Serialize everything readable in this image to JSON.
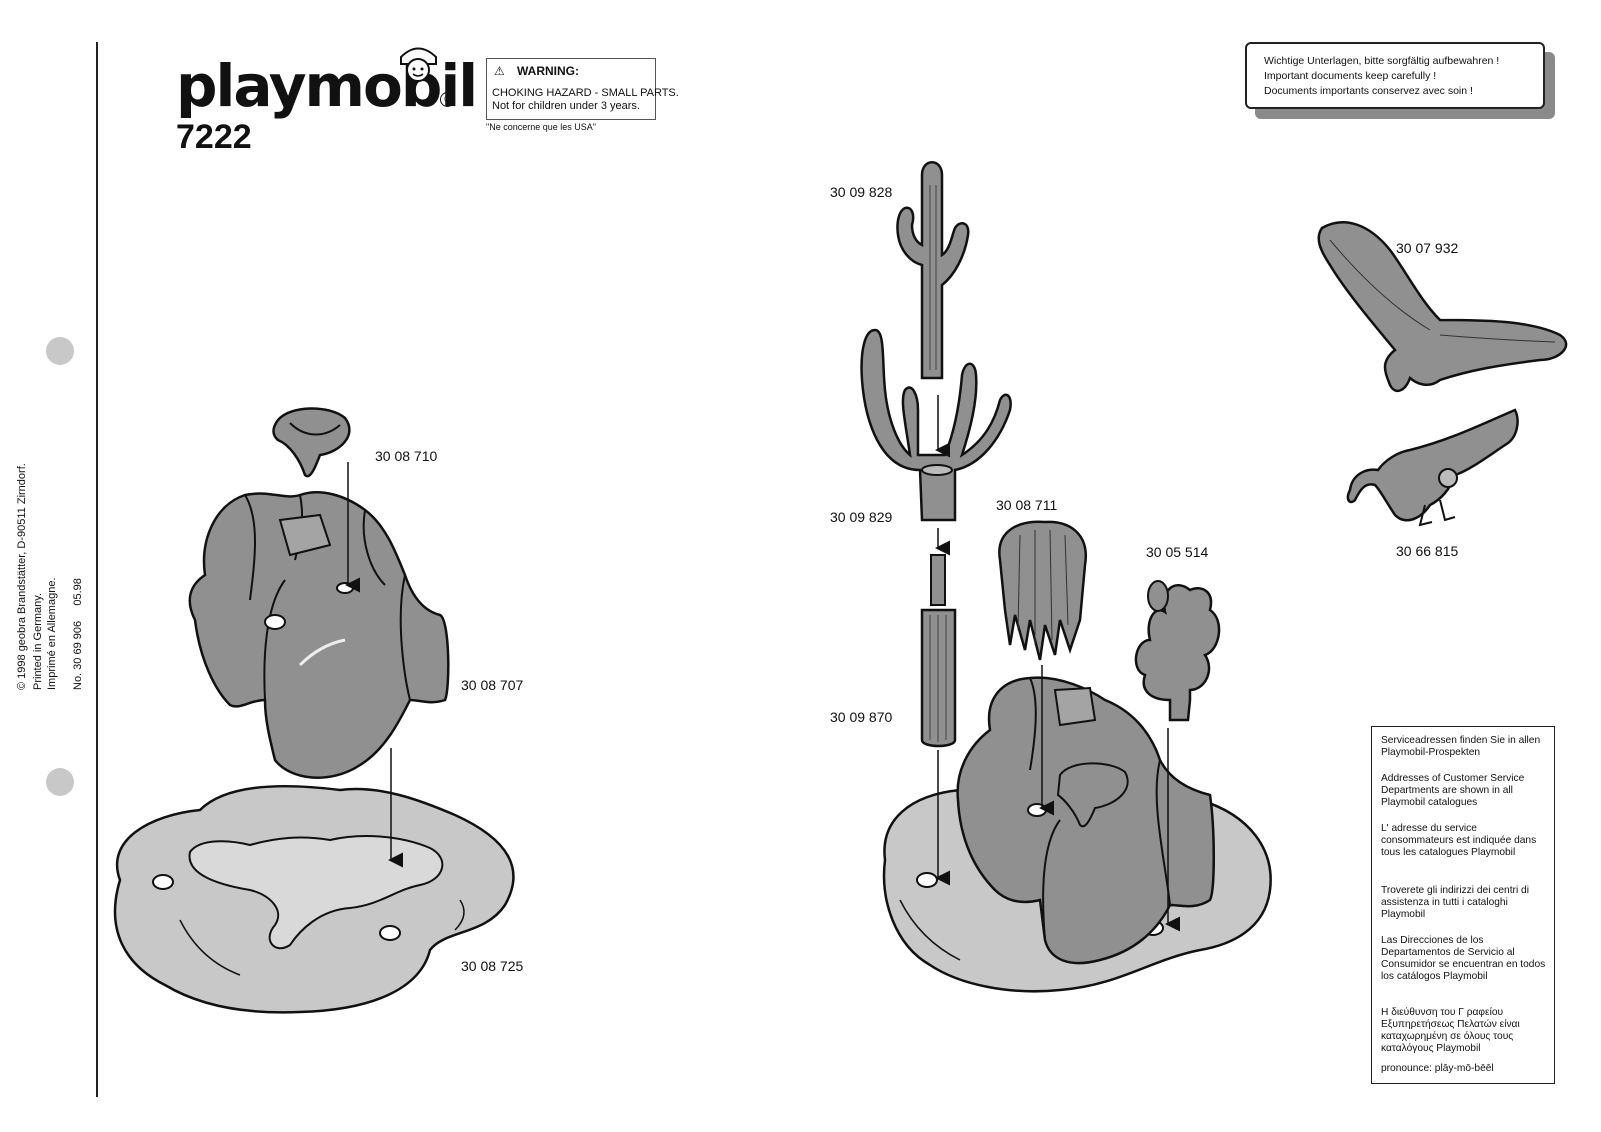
{
  "header": {
    "brand": "playmobil",
    "registered": "®",
    "model_number": "7222"
  },
  "warning": {
    "title": "WARNING:",
    "line1": "CHOKING HAZARD - SMALL PARTS.",
    "line2": "Not for children under 3 years.",
    "note": "\"Ne concerne que les USA\""
  },
  "notice": {
    "line_de": "Wichtige Unterlagen, bitte sorgfältig aufbewahren !",
    "line_en": "Important documents keep carefully !",
    "line_fr": "Documents importants conservez avec soin !"
  },
  "imprint": {
    "copyright": "© 1998 geobra Brandstätter, D-90511 Zirndorf.",
    "printed_en": "Printed in Germany.",
    "printed_fr": "Imprimé en Allemagne.",
    "doc_number": "No. 30 69 906     05.98"
  },
  "parts": {
    "rock_cap": "30 08 710",
    "rock": "30 08 707",
    "base": "30 08 725",
    "saguaro_top": "30 09 828",
    "saguaro_arms": "30 09 829",
    "saguaro_trunk": "30 09 870",
    "palm_bush": "30 08 711",
    "prickly_pear": "30 05 514",
    "eagle": "30 07 932",
    "vulture": "30 66 815"
  },
  "service": {
    "de": "Serviceadressen finden Sie in allen Playmobil-Prospekten",
    "en": "Addresses of Customer Service Departments are shown in all Playmobil catalogues",
    "fr": "L' adresse du service consommateurs est indiquée dans tous les catalogues Playmobil",
    "it": "Troverete gli indirizzi dei centri di assistenza in tutti i cataloghi Playmobil",
    "es": "Las Direcciones de los Departamentos de Servicio al Consumidor se encuentran en todos los catálogos Playmobil",
    "el": "Η διεύθυνση του Γ ραφείου Εξυπηρετήσεως Πελατών είναι καταχωρημένη σε όλους τους καταλόγους Playmobil",
    "pronounce": "pronounce: plāy-mō-bēēl"
  }
}
